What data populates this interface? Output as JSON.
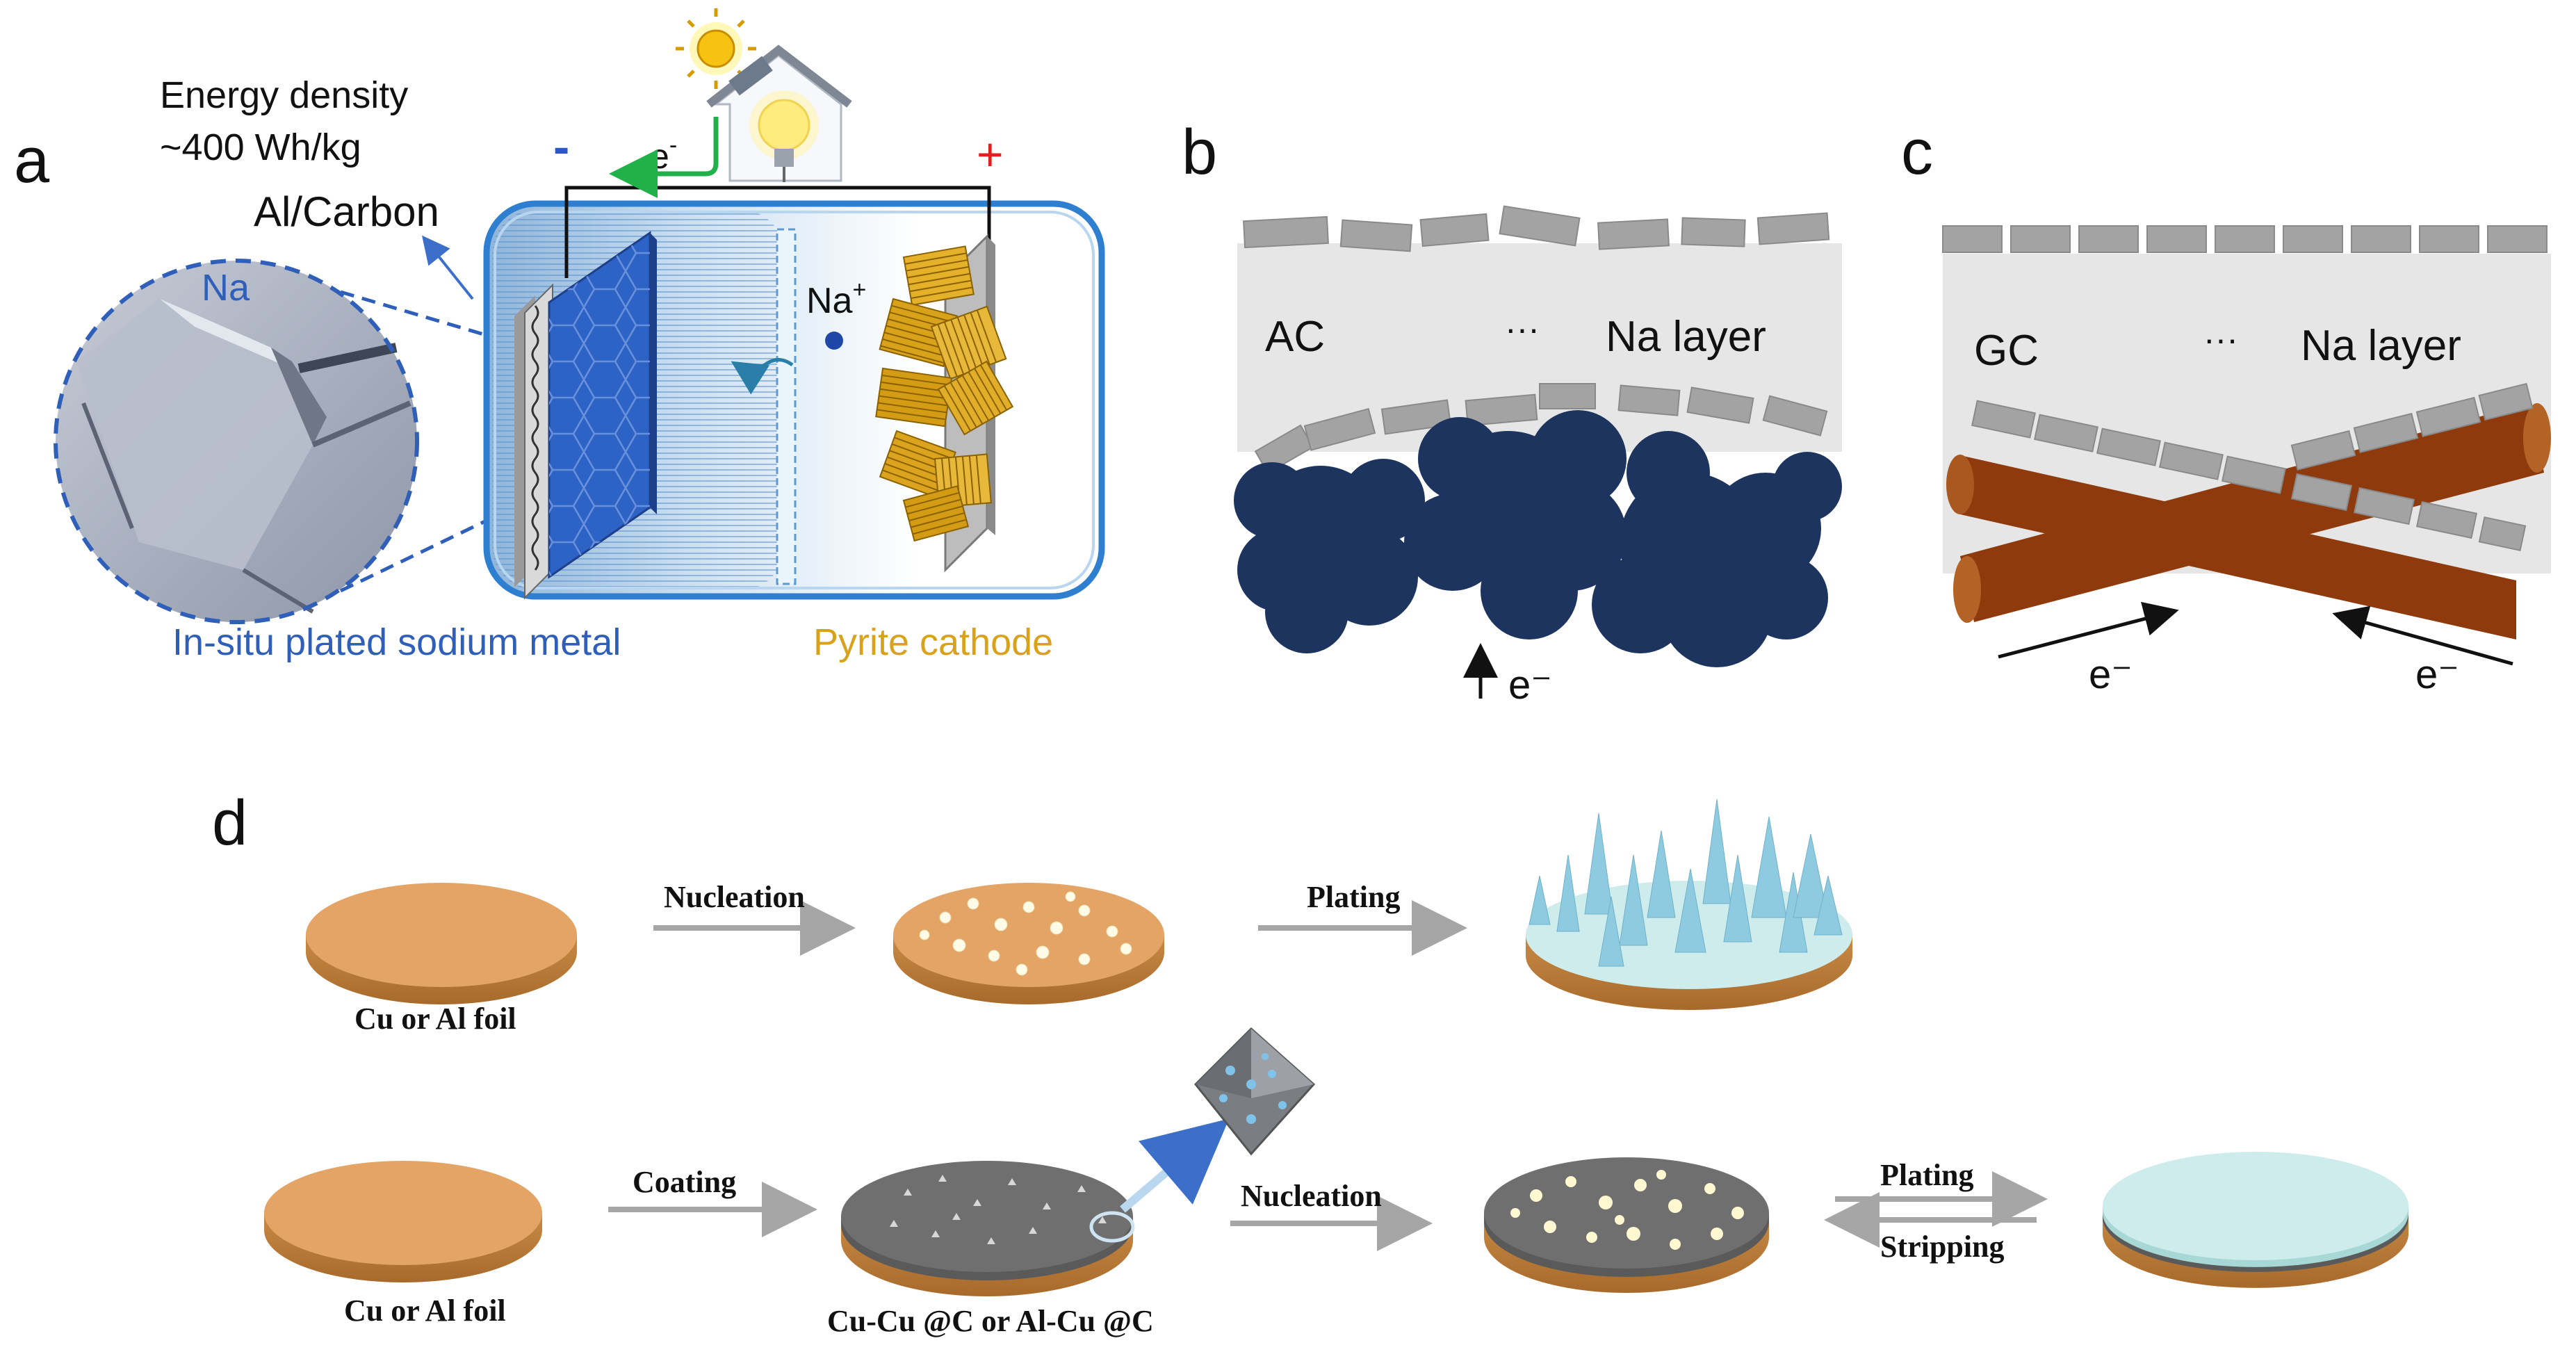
{
  "panels": {
    "a": {
      "label": "a",
      "energy_line1": "Energy density",
      "energy_line2": "~400 Wh/kg",
      "current_collector": "Al/Carbon",
      "zoom_label": "Na",
      "minus": "-",
      "plus": "+",
      "electron": "e",
      "electron_sup": "-",
      "ion": "Na",
      "ion_sup": "+",
      "anode_caption": "In-situ plated sodium metal",
      "cathode_caption": "Pyrite cathode"
    },
    "b": {
      "label": "b",
      "left_text": "AC",
      "dots": "···",
      "layer_text": "Na layer",
      "electron": "e⁻"
    },
    "c": {
      "label": "c",
      "left_text": "GC",
      "dots": "···",
      "layer_text": "Na layer",
      "electron_left": "e⁻",
      "electron_right": "e⁻"
    },
    "d": {
      "label": "d",
      "row1": {
        "step1": "Nucleation",
        "step2": "Plating",
        "foil_label": "Cu or Al foil"
      },
      "row2": {
        "step1": "Coating",
        "step2": "Nucleation",
        "step3_forward": "Plating",
        "step3_back": "Stripping",
        "foil_label": "Cu or Al foil",
        "coated_label": "Cu-Cu @C or Al-Cu @C"
      }
    }
  },
  "colors": {
    "sodium_blue": "#2f5fb8",
    "caption_blue": "#2f5fb8",
    "pyrite_gold": "#d9a21b",
    "minus_blue": "#2a57c4",
    "plus_red": "#e02020",
    "electron_green": "#21b14b",
    "carbon_navy": "#1c345e",
    "fiber_brown": "#8e3a0c",
    "foil_orange": "#e3a466",
    "coating_gray": "#6f6f70",
    "plated_cyan": "#cdeceb"
  }
}
